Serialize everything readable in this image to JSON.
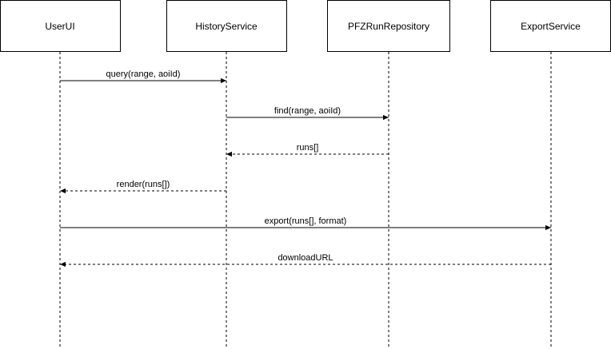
{
  "participants": [
    {
      "id": "user_ui",
      "label": "UserUI"
    },
    {
      "id": "history_service",
      "label": "HistoryService"
    },
    {
      "id": "pfz_run_repository",
      "label": "PFZRunRepository"
    },
    {
      "id": "export_service",
      "label": "ExportService"
    }
  ],
  "messages": [
    {
      "from": "user_ui",
      "to": "history_service",
      "label": "query(range, aoiId)",
      "kind": "call"
    },
    {
      "from": "history_service",
      "to": "pfz_run_repository",
      "label": "find(range, aoiId)",
      "kind": "call"
    },
    {
      "from": "pfz_run_repository",
      "to": "history_service",
      "label": "runs[]",
      "kind": "return"
    },
    {
      "from": "history_service",
      "to": "user_ui",
      "label": "render(runs[])",
      "kind": "return"
    },
    {
      "from": "user_ui",
      "to": "export_service",
      "label": "export(runs[], format)",
      "kind": "call"
    },
    {
      "from": "export_service",
      "to": "user_ui",
      "label": "downloadURL",
      "kind": "return"
    }
  ]
}
